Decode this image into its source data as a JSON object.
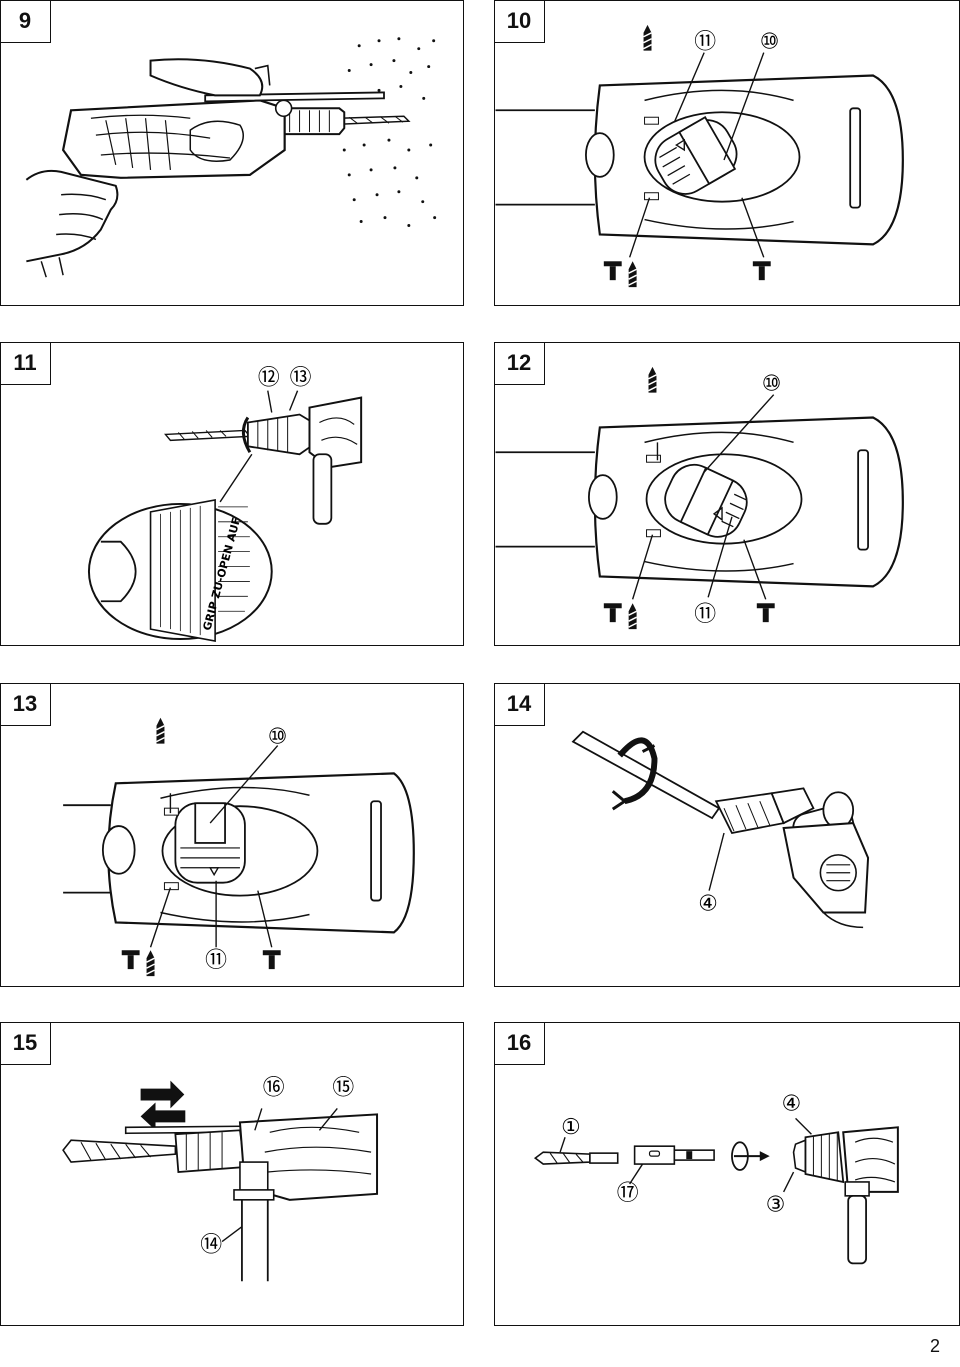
{
  "figures": [
    {
      "id": "9",
      "labels": []
    },
    {
      "id": "10",
      "labels": [
        "⑪",
        "⑩"
      ]
    },
    {
      "id": "11",
      "labels": [
        "⑫",
        "⑬"
      ],
      "chuck_text": "GRIP ZU-OPEN AUF"
    },
    {
      "id": "12",
      "labels": [
        "⑩",
        "⑪"
      ]
    },
    {
      "id": "13",
      "labels": [
        "⑩",
        "⑪"
      ]
    },
    {
      "id": "14",
      "labels": [
        "④"
      ]
    },
    {
      "id": "15",
      "labels": [
        "⑯",
        "⑮",
        "⑭"
      ]
    },
    {
      "id": "16",
      "labels": [
        "①",
        "④",
        "⑰",
        "③"
      ]
    }
  ],
  "page_number": "2"
}
